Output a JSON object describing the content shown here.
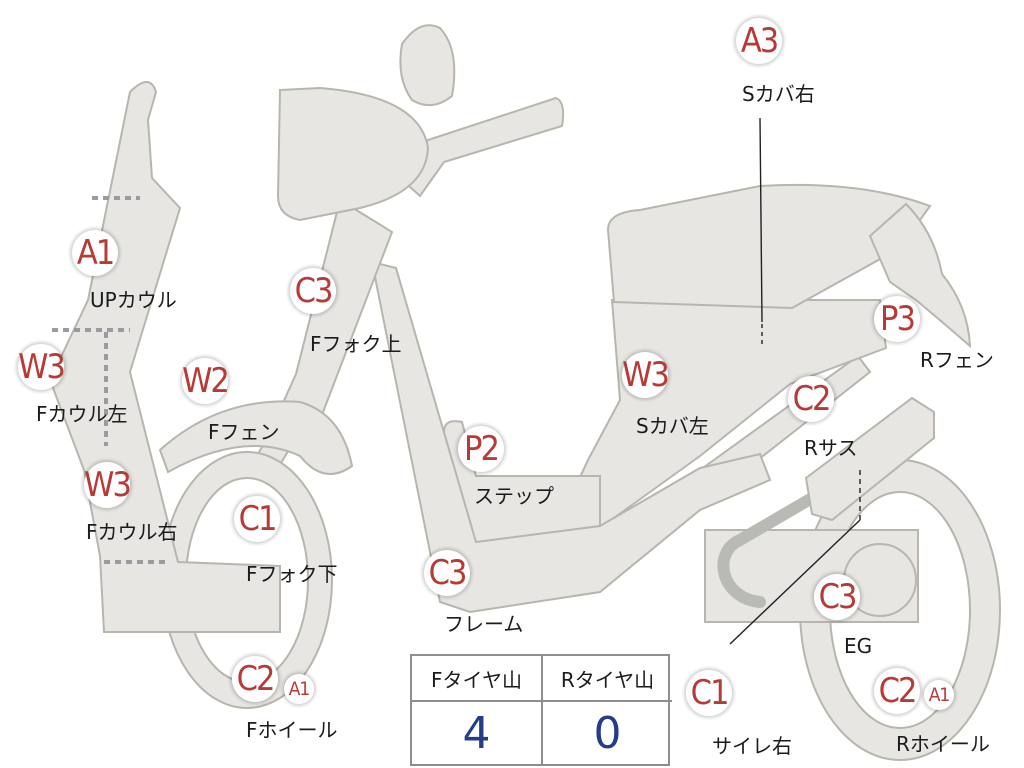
{
  "badges": {
    "a1_upcowl": "A1",
    "w3_fcowl_left": "W3",
    "w3_fcowl_right": "W3",
    "w2_ffender": "W2",
    "c3_ffork_upper": "C3",
    "c1_ffork_lower": "C1",
    "c2_fwheel": "C2",
    "a1_fwheel": "A1",
    "p2_step": "P2",
    "c3_frame": "C3",
    "w3_scover_left": "W3",
    "a3_scover_right": "A3",
    "p3_rfender": "P3",
    "c2_rsus": "C2",
    "c3_eg": "C3",
    "c1_muffler_right": "C1",
    "c2_rwheel": "C2",
    "a1_rwheel": "A1"
  },
  "labels": {
    "upcowl": "UPカウル",
    "fcowl_left": "Fカウル左",
    "fcowl_right": "Fカウル右",
    "ffender": "Fフェン",
    "ffork_upper": "Fフォク上",
    "ffork_lower": "Fフォク下",
    "fwheel": "Fホイール",
    "step": "ステップ",
    "frame": "フレーム",
    "scover_left": "Sカバ左",
    "scover_right": "Sカバ右",
    "rfender": "Rフェン",
    "rsus": "Rサス",
    "eg": "EG",
    "muffler_right": "サイレ右",
    "rwheel": "Rホイール"
  },
  "tire_table": {
    "headers": [
      "Fタイヤ山",
      "Rタイヤ山"
    ],
    "values": [
      "4",
      "0"
    ]
  }
}
